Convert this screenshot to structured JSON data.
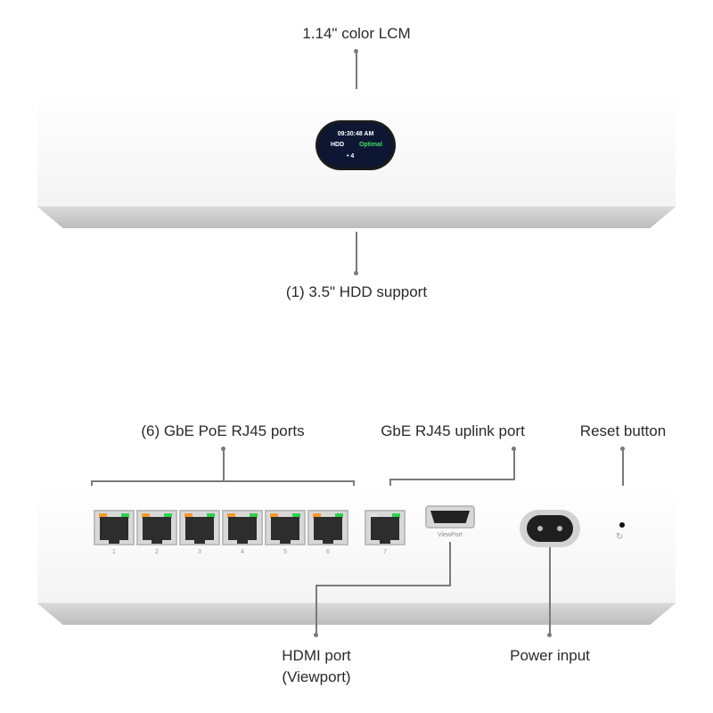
{
  "labels": {
    "lcm": "1.14\" color LCM",
    "hdd": "(1) 3.5\" HDD support",
    "poe_ports": "(6) GbE PoE RJ45 ports",
    "uplink": "GbE RJ45 uplink port",
    "reset": "Reset button",
    "hdmi_line1": "HDMI port",
    "hdmi_line2": "(Viewport)",
    "power": "Power input"
  },
  "lcm_screen": {
    "time": "09:30:48 AM",
    "hdd": "HDD",
    "status": "Optimal",
    "count": "• 4"
  },
  "ports": {
    "poe": [
      "1",
      "2",
      "3",
      "4",
      "5",
      "6"
    ],
    "uplink": "7",
    "hdmi_text": "ViewPort"
  },
  "colors": {
    "led_orange": "#f39a2b",
    "led_green": "#2fd24a",
    "lcm_bg": "#0d1733"
  }
}
